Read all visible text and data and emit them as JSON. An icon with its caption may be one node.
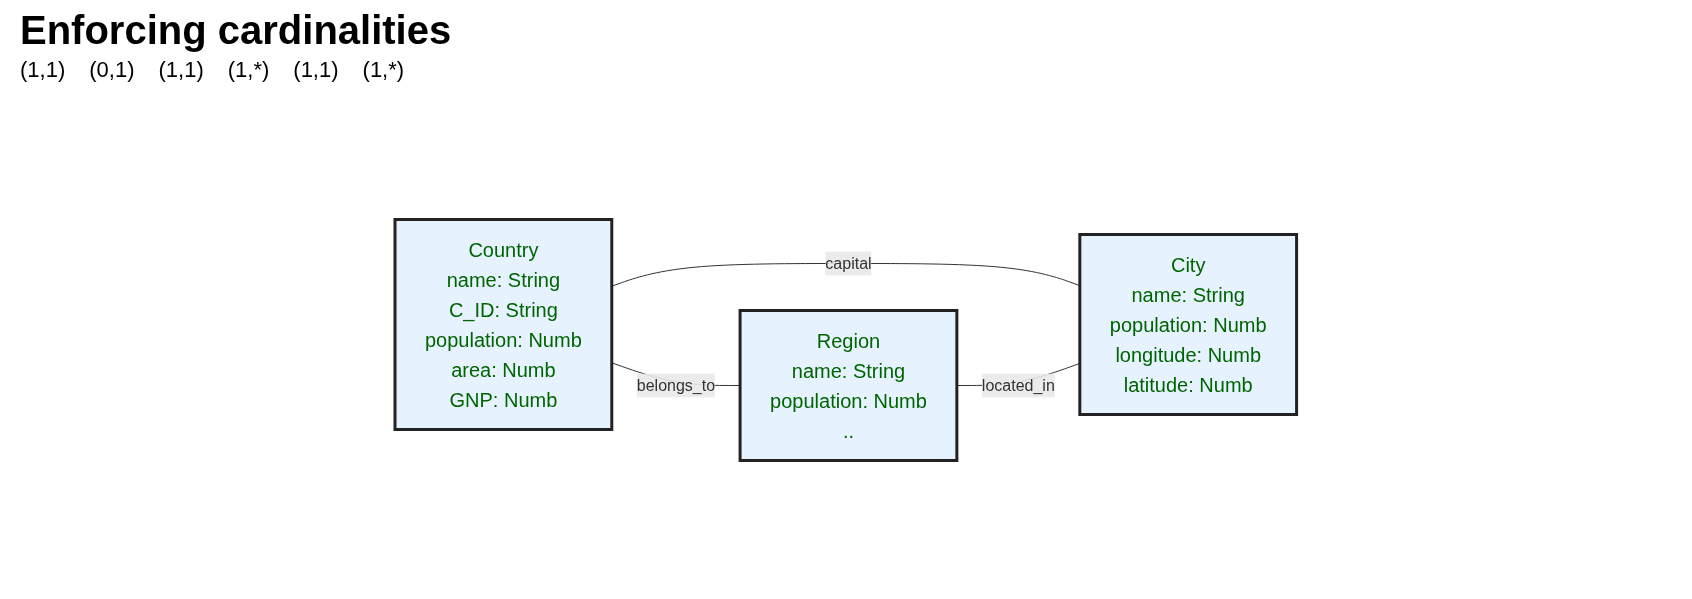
{
  "diagram": {
    "title": "Enforcing cardinalities",
    "nodes": [
      {
        "text": [
          "Country",
          "name: String",
          "C_ID: String",
          "population: Numb",
          "area: Numb",
          "GNP: Numb"
        ]
      },
      {
        "text": [
          "Region",
          "name: String",
          "population: Numb",
          ".."
        ]
      },
      {
        "text": [
          "City",
          "name: String",
          "population: Numb",
          "longitude: Numb",
          "latitude: Numb"
        ]
      }
    ],
    "edges": [
      {
        "from": 0,
        "to": 2,
        "arrow": "none",
        "label": "capital"
      },
      {
        "from": 0,
        "to": 1,
        "arrow": "none",
        "label": "belongs_to"
      },
      {
        "from": 1,
        "to": 2,
        "arrow": "none",
        "label": "located_in"
      }
    ],
    "labels": [
      "(1,1)",
      "(0,1)",
      "(1,1)",
      "(1,*)",
      "(1,1)",
      "(1,*)"
    ]
  }
}
